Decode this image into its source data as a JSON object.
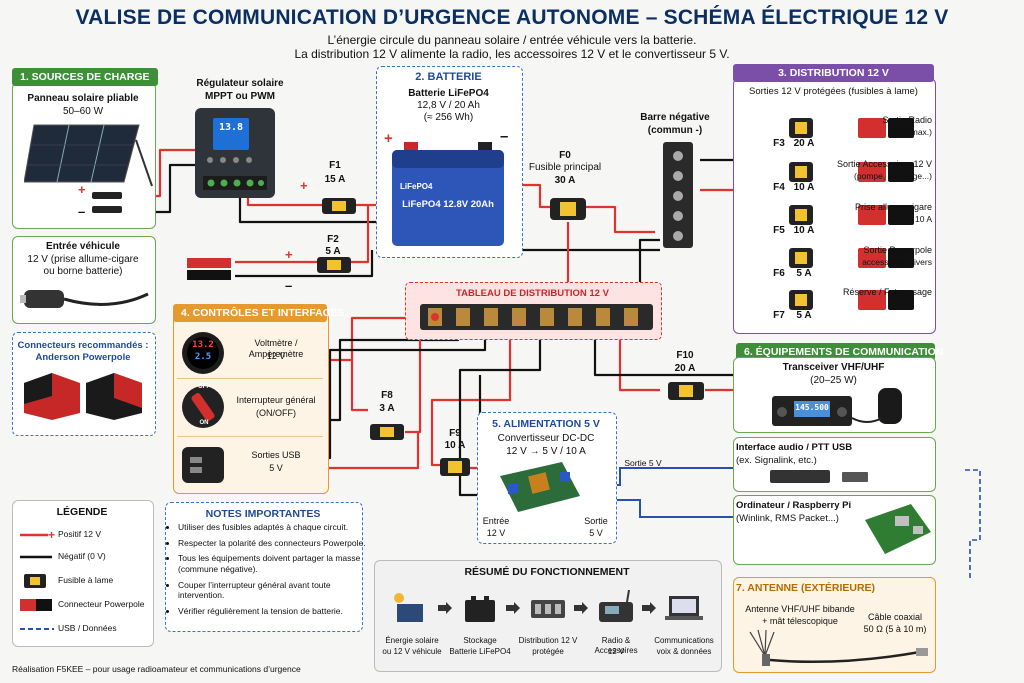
{
  "title": "VALISE DE COMMUNICATION D’URGENCE AUTONOME – SCHÉMA ÉLECTRIQUE 12 V",
  "subtitle_line1": "L’énergie circule du panneau solaire / entrée véhicule vers la batterie.",
  "subtitle_line2": "La distribution 12 V alimente la radio, les accessoires 12 V et le convertisseur 5 V.",
  "colors": {
    "red": "#e0322f",
    "black": "#111111",
    "usb": "#2b4fae",
    "green": "#3f8f3a",
    "blue": "#3b6fc9",
    "purple": "#7b4ea8",
    "orange": "#e59a2f",
    "navy": "#0c2f63"
  },
  "sources": {
    "header": "1. SOURCES DE CHARGE",
    "panel_label": "Panneau solaire pliable",
    "panel_power": "50–60 W",
    "vehicle_title": "Entrée véhicule",
    "vehicle_desc1": "12 V (prise allume-cigare",
    "vehicle_desc2": "ou borne batterie)",
    "connectors_title1": "Connecteurs recommandés :",
    "connectors_title2": "Anderson Powerpole"
  },
  "regulator": {
    "label1": "Régulateur solaire",
    "label2": "MPPT ou PWM",
    "display": "13.8"
  },
  "battery": {
    "header": "2. BATTERIE",
    "label": "Batterie LiFePO4",
    "spec": "12,8 V / 20 Ah",
    "energy": "(≈ 256 Wh)",
    "brand": "LiFePO4",
    "model": "LiFePO4 12.8V 20Ah"
  },
  "fuses": {
    "F1": {
      "name": "F1",
      "rating": "15 A"
    },
    "F2": {
      "name": "F2",
      "rating": "5 A"
    },
    "F0": {
      "name": "F0",
      "desc": "Fusible principal",
      "rating": "30 A"
    },
    "F8": {
      "name": "F8",
      "rating": "3 A"
    },
    "F9": {
      "name": "F9",
      "rating": "10 A"
    },
    "F10": {
      "name": "F10",
      "rating": "20 A"
    }
  },
  "neg_bar": {
    "label1": "Barre négative",
    "label2": "(commun -)"
  },
  "distribution": {
    "header": "3. DISTRIBUTION 12 V",
    "subheader": "Sorties 12 V protégées (fusibles à lame)",
    "rows": [
      {
        "fuse": "F3",
        "rating": "20 A",
        "out1": "Sortie Radio",
        "out2": "(20 A max.)"
      },
      {
        "fuse": "F4",
        "rating": "10 A",
        "out1": "Sortie Accessoires 12 V",
        "out2": "(pompe, éclairage...)"
      },
      {
        "fuse": "F5",
        "rating": "10 A",
        "out1": "Prise allume-cigare",
        "out2": "12 V / 10 A"
      },
      {
        "fuse": "F6",
        "rating": "5 A",
        "out1": "Sortie Powerpole",
        "out2": "accessoires divers"
      },
      {
        "fuse": "F7",
        "rating": "5 A",
        "out1": "Réserve / Futur usage",
        "out2": ""
      }
    ]
  },
  "panel_board": {
    "label": "TABLEAU DE DISTRIBUTION 12 V"
  },
  "controls": {
    "header": "4. CONTRÔLES ET INTERFACES",
    "voltmeter1": "Voltmètre / Ampèremètre",
    "voltmeter2": "12 V",
    "meter_v": "13.2",
    "meter_a": "2.5",
    "switch1": "Interrupteur général",
    "switch2": "(ON/OFF)",
    "switch_off": "OFF",
    "switch_on": "ON",
    "usb1": "Sorties USB",
    "usb2": "5 V"
  },
  "power5v": {
    "header": "5. ALIMENTATION 5 V",
    "label1": "Convertisseur DC-DC",
    "label2": "12 V → 5 V / 10 A",
    "in_label1": "Entrée",
    "in_label2": "12 V",
    "out_label1": "Sortie",
    "out_label2": "5 V",
    "out_wire": "Sortie 5 V"
  },
  "equipment": {
    "header": "6. ÉQUIPEMENTS DE COMMUNICATION",
    "transceiver1": "Transceiver VHF/UHF",
    "transceiver2": "(20–25 W)",
    "radio_display": "145.500",
    "audio1": "Interface audio / PTT USB",
    "audio2": "(ex. Signalink, etc.)",
    "computer1": "Ordinateur / Raspberry Pi",
    "computer2": "(Winlink, RMS Packet...)"
  },
  "antenna": {
    "header": "7. ANTENNE (EXTÉRIEURE)",
    "label1": "Antenne VHF/UHF bibande",
    "label2": "+ mât télescopique",
    "cable1": "Câble coaxial",
    "cable2": "50 Ω (5 à 10 m)"
  },
  "legend": {
    "title": "LÉGENDE",
    "items": [
      "Positif 12 V",
      "Négatif (0 V)",
      "Fusible à lame",
      "Connecteur Powerpole",
      "USB / Données"
    ]
  },
  "notes": {
    "title": "NOTES IMPORTANTES",
    "items": [
      "Utiliser des fusibles adaptés à chaque circuit.",
      "Respecter la polarité des connecteurs Powerpole.",
      "Tous les équipements doivent partager la masse (commune négative).",
      "Couper l’interrupteur général avant toute intervention.",
      "Vérifier régulièrement la tension de batterie."
    ]
  },
  "summary": {
    "title": "RÉSUMÉ DU FONCTIONNEMENT",
    "steps": [
      {
        "l1": "Énergie solaire",
        "l2": "ou 12 V véhicule"
      },
      {
        "l1": "Stockage",
        "l2": "Batterie LiFePO4"
      },
      {
        "l1": "Distribution 12 V",
        "l2": "protégée"
      },
      {
        "l1": "Radio & Accessoires",
        "l2": "12 V"
      },
      {
        "l1": "Communications",
        "l2": "voix & données"
      }
    ]
  },
  "footer": "Réalisation F5KEE – pour usage radioamateur et communications d’urgence",
  "signs": {
    "plus": "+",
    "minus": "–"
  }
}
